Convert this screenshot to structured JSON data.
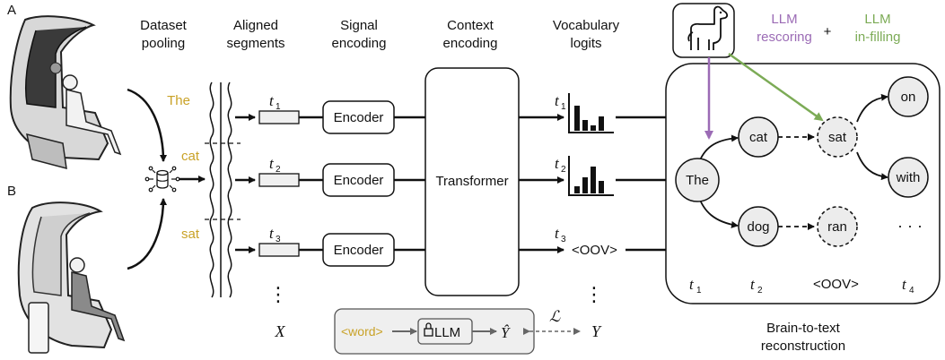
{
  "panels": {
    "a": "A",
    "b": "B"
  },
  "stages": [
    {
      "line1": "Dataset",
      "line2": "pooling"
    },
    {
      "line1": "Aligned",
      "line2": "segments"
    },
    {
      "line1": "Signal",
      "line2": "encoding"
    },
    {
      "line1": "Context",
      "line2": "encoding"
    },
    {
      "line1": "Vocabulary",
      "line2": "logits"
    }
  ],
  "segment_words": [
    "The",
    "cat",
    "sat"
  ],
  "timesteps": [
    "t",
    "t",
    "t"
  ],
  "timestep_subs": [
    "1",
    "2",
    "3"
  ],
  "encoder_label": "Encoder",
  "transformer_label": "Transformer",
  "oov_label": "<OOV>",
  "vertical_dots": "⋮",
  "x_label": "X",
  "y_label": "Y",
  "bottom_flow": {
    "word": "<word>",
    "llm": "LLM",
    "yhat": "Ŷ",
    "loss": "ℒ"
  },
  "llm_legend": {
    "rescoring_1": "LLM",
    "rescoring_2": "rescoring",
    "plus": "+",
    "infilling_1": "LLM",
    "infilling_2": "in-filling"
  },
  "graph": {
    "nodes": {
      "the": "The",
      "cat": "cat",
      "dog": "dog",
      "sat": "sat",
      "ran": "ran",
      "on": "on",
      "with": "with"
    },
    "ellipsis": "· · ·",
    "time_labels": [
      {
        "base": "t",
        "sub": "1"
      },
      {
        "base": "t",
        "sub": "2"
      },
      {
        "base": "<OOV>",
        "sub": ""
      },
      {
        "base": "t",
        "sub": "4"
      }
    ]
  },
  "caption": {
    "line1": "Brain-to-text",
    "line2": "reconstruction"
  },
  "colors": {
    "gold": "#c9a227",
    "purple": "#9b6bb5",
    "green": "#7cab56",
    "node_fill": "#ececec"
  }
}
